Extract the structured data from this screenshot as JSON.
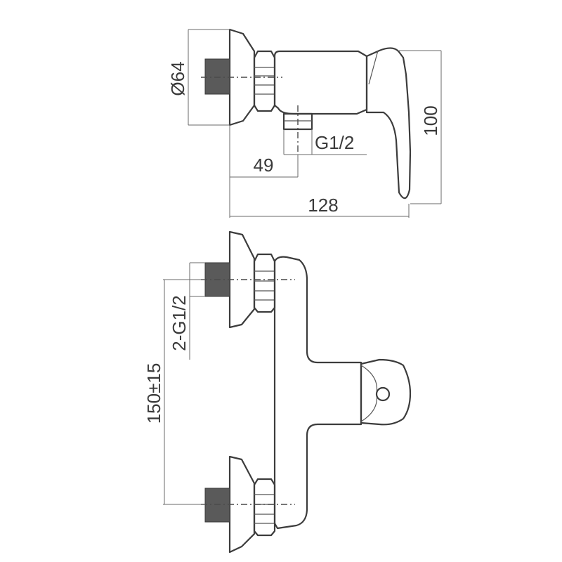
{
  "drawing": {
    "type": "technical drawing",
    "views": [
      "side",
      "front"
    ]
  },
  "dimensions": {
    "diameter": "Ø64",
    "height": "100",
    "offset": "49",
    "length": "128",
    "outlet_thread": "G1/2",
    "inlet_threads": "2-G1/2",
    "center_distance": "150±15"
  },
  "colors": {
    "line": "#3c3c3c",
    "thread_fill": "#5a5a5a"
  }
}
